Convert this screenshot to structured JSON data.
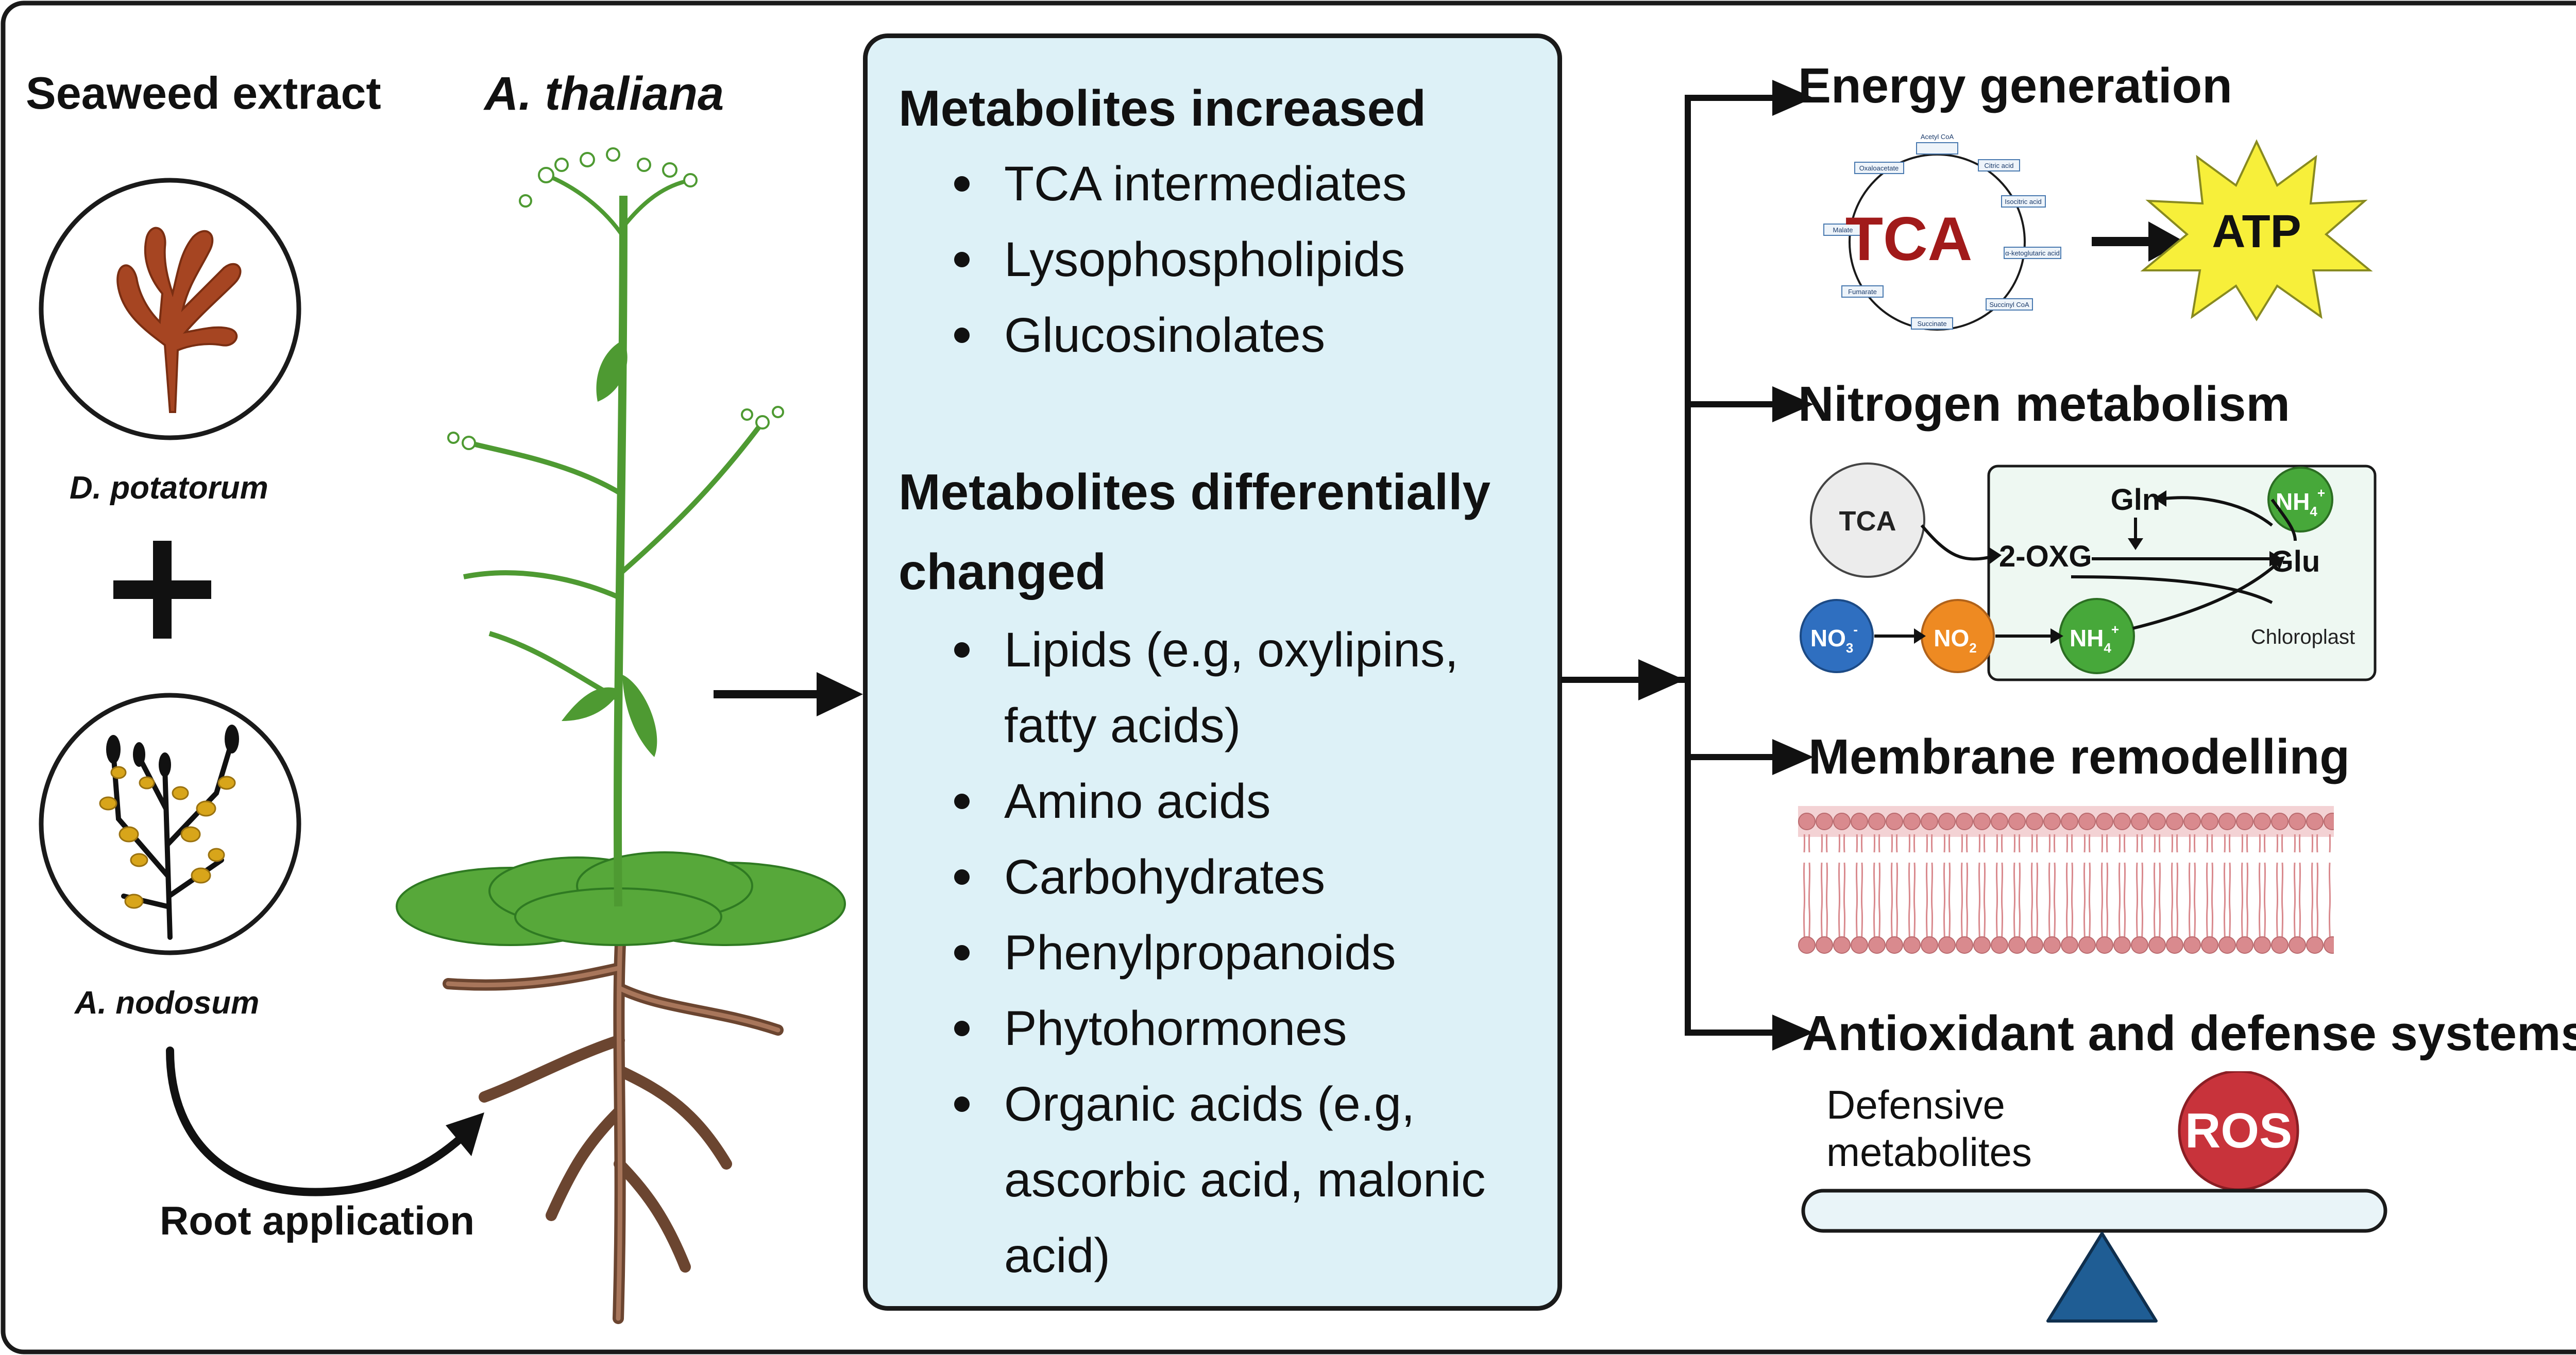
{
  "left": {
    "seaweed_title": "Seaweed extract",
    "plant_title": "A. thaliana",
    "species1": "D. potatorum",
    "species2": "A. nodosum",
    "plus": "+",
    "root_application": "Root application"
  },
  "center": {
    "increased_title": "Metabolites increased",
    "increased_items": [
      "TCA intermediates",
      "Lysophospholipids",
      "Glucosinolates"
    ],
    "changed_title_line1": "Metabolites differentially",
    "changed_title_line2": "changed",
    "changed_items": [
      "Lipids (e.g, oxylipins,",
      "fatty acids)",
      "Amino acids",
      "Carbohydrates",
      "Phenylpropanoids",
      "Phytohormones",
      "Organic acids (e.g,",
      "ascorbic acid, malonic",
      "acid)"
    ]
  },
  "right": {
    "energy": {
      "title": "Energy generation",
      "tca": "TCA",
      "atp": "ATP",
      "cycle_labels": [
        "Acetyl CoA",
        "Citric acid",
        "Isocitric acid",
        "α-ketoglutaric acid",
        "Succinyl CoA",
        "Succinate",
        "Fumarate",
        "Malate",
        "Oxaloacetate"
      ]
    },
    "nitrogen": {
      "title": "Nitrogen metabolism",
      "tca": "TCA",
      "oxg": "2-OXG",
      "gln": "Gln",
      "glu": "Glu",
      "nh4": "NH",
      "nh4_sup": "4",
      "nh4_plus": "+",
      "no3": "NO",
      "no3_sub": "3",
      "no3_minus": "-",
      "no2": "NO",
      "no2_sub": "2",
      "chloroplast": "Chloroplast"
    },
    "membrane": {
      "title": "Membrane remodelling"
    },
    "antioxidant": {
      "title": "Antioxidant and defense systems",
      "defensive_line1": "Defensive",
      "defensive_line2": "metabolites",
      "ros": "ROS"
    }
  },
  "colors": {
    "tca_red": "#a11a1a",
    "atp_yellow": "#f7ef3a",
    "no3_blue": "#2f6fc0",
    "no2_orange": "#ee8a22",
    "nh4_green": "#47a83a",
    "ros_red": "#c8333b",
    "fulcrum_blue": "#1f5d94",
    "box_fill": "#ddf1f7",
    "membrane_pink": "#d98a8e"
  }
}
